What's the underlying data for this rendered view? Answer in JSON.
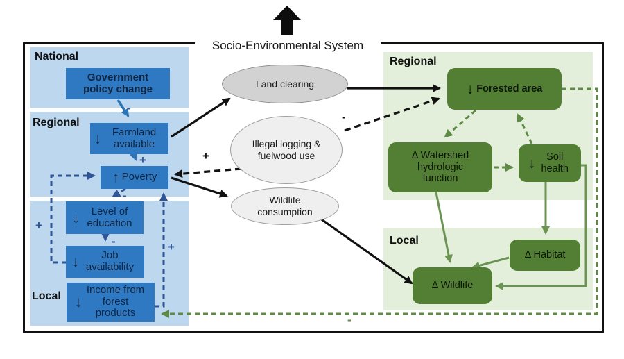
{
  "title": "Socio-Environmental System",
  "sections": {
    "left": {
      "national": "National",
      "regional": "Regional",
      "local": "Local"
    },
    "right": {
      "regional": "Regional",
      "local": "Local"
    }
  },
  "blue_boxes": {
    "gov": {
      "label": "Government policy change"
    },
    "farmland": {
      "glyph": "↓",
      "label": "Farmland available"
    },
    "poverty": {
      "glyph": "↑",
      "label": "Poverty"
    },
    "education": {
      "glyph": "↓",
      "label": "Level of education"
    },
    "job": {
      "glyph": "↓",
      "label": "Job availability"
    },
    "income": {
      "glyph": "↓",
      "label": "Income from forest products"
    }
  },
  "ellipses": {
    "land_clearing": {
      "label": "Land clearing"
    },
    "illegal_logging": {
      "label": "Illegal logging & fuelwood use"
    },
    "wildlife_consumption": {
      "label": "Wildlife consumption"
    }
  },
  "green_boxes": {
    "forested": {
      "glyph": "↓",
      "label": "Forested area"
    },
    "watershed": {
      "label": "Δ Watershed hydrologic function"
    },
    "soil": {
      "glyph": "↓",
      "label": "Soil health"
    },
    "habitat": {
      "label": "Δ Habitat"
    },
    "wildlife": {
      "label": "Δ Wildlife"
    }
  },
  "signs": {
    "gov_farmland": "-",
    "farmland_poverty": "+",
    "poverty_education": "-",
    "education_job": "-",
    "job_poverty_loop": "+",
    "income_poverty_loop": "+",
    "illegal_to_poverty": "+",
    "illegal_to_forested": "-",
    "forested_to_income_loop": "-"
  },
  "colors": {
    "blue_panel": "#bdd7ee",
    "blue_box": "#2f79c2",
    "blue_arrow": "#2e75b6",
    "blue_dashed_arrow": "#2f5597",
    "green_panel": "#e3efda",
    "green_box": "#527f33",
    "green_arrow": "#6b9454",
    "green_dashed_arrow": "#5d8a44",
    "ellipse_dark": "#d2d2d2",
    "ellipse_light": "#efefef",
    "black_arrow": "#111111"
  }
}
